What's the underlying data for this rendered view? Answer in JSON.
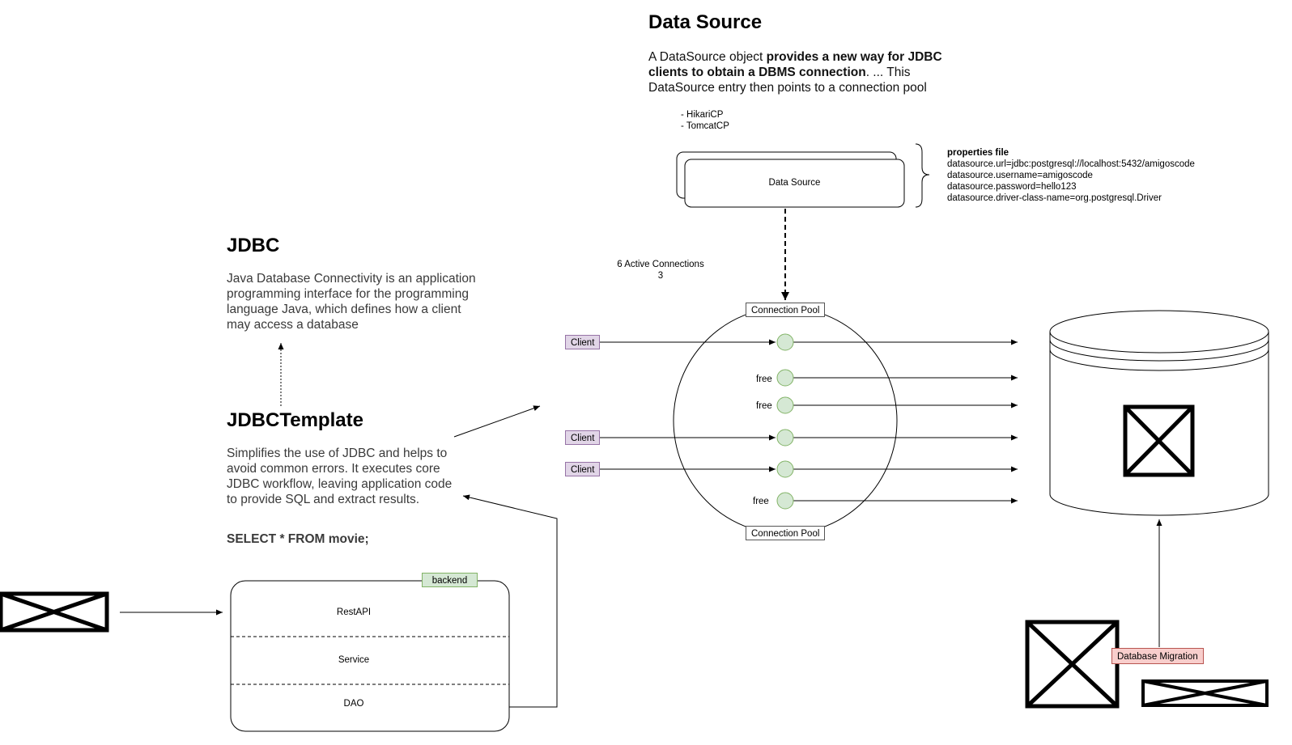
{
  "datasource_section": {
    "title": "Data Source",
    "desc_part1": "A DataSource object ",
    "desc_bold": "provides a new way for JDBC clients to obtain a DBMS connection",
    "desc_part2": ". ... This DataSource entry then points to a connection pool",
    "pools_line1": "- HikariCP",
    "pools_line2": "- TomcatCP",
    "box_label": "Data Source"
  },
  "properties": {
    "title": "properties file",
    "lines": [
      "datasource.url=jdbc:postgresql://localhost:5432/amigoscode",
      "datasource.username=amigoscode",
      "datasource.password=hello123",
      "datasource.driver-class-name=org.postgresql.Driver"
    ]
  },
  "jdbc_section": {
    "title": "JDBC",
    "desc": "Java Database Connectivity is an application programming interface for the programming language Java, which defines how a client may access a database"
  },
  "jdbctemplate_section": {
    "title": "JDBCTemplate",
    "desc": "Simplifies the use of JDBC and helps to avoid common errors. It executes core JDBC workflow, leaving application code to provide SQL and extract results.",
    "sql": "SELECT * FROM movie;"
  },
  "pool": {
    "active_line1": "6 Active Connections",
    "active_line2": "3",
    "top_label": "Connection Pool",
    "bottom_label": "Connection Pool",
    "client_label": "Client",
    "free_label": "free"
  },
  "backend": {
    "tag": "backend",
    "layers": [
      "RestAPI",
      "Service",
      "DAO"
    ]
  },
  "migration": {
    "label": "Database Migration"
  },
  "colors": {
    "client_fill": "#e1d5e7",
    "connection_fill": "#d5e8d4",
    "migration_fill": "#f8cecc"
  }
}
